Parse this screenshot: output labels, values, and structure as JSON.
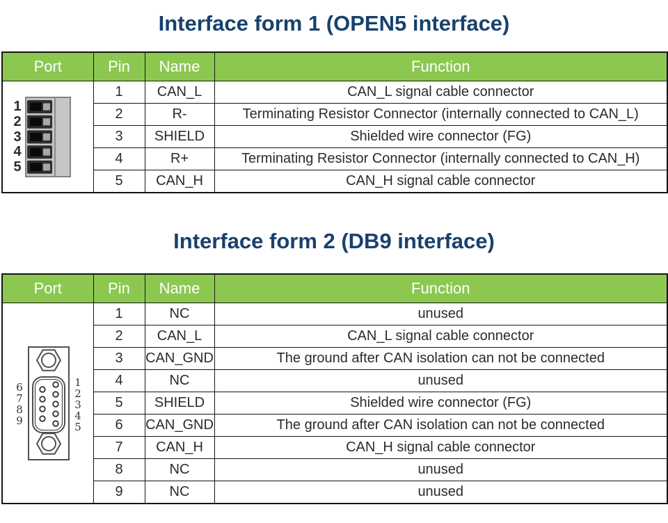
{
  "colors": {
    "header_green": "#8cc850",
    "title_blue": "#18416d",
    "border_black": "#151515",
    "body_text": "#2b2b2b",
    "header_text": "#ffffff"
  },
  "table1": {
    "title": "Interface form 1 (OPEN5 interface)",
    "headers": [
      "Port",
      "Pin",
      "Name",
      "Function"
    ],
    "connector": {
      "type": "open5-terminal-block",
      "pin_labels": [
        "1",
        "2",
        "3",
        "4",
        "5"
      ]
    },
    "rows": [
      {
        "pin": "1",
        "name": "CAN_L",
        "function": "CAN_L signal cable connector"
      },
      {
        "pin": "2",
        "name": "R-",
        "function": "Terminating Resistor Connector (internally connected to CAN_L)"
      },
      {
        "pin": "3",
        "name": "SHIELD",
        "function": "Shielded wire connector (FG)"
      },
      {
        "pin": "4",
        "name": "R+",
        "function": "Terminating Resistor Connector (internally connected to CAN_H)"
      },
      {
        "pin": "5",
        "name": "CAN_H",
        "function": "CAN_H signal cable connector"
      }
    ]
  },
  "table2": {
    "title": "Interface form 2 (DB9 interface)",
    "headers": [
      "Port",
      "Pin",
      "Name",
      "Function"
    ],
    "connector": {
      "type": "db9-connector",
      "left_pin_labels": [
        "6",
        "7",
        "8",
        "9"
      ],
      "right_pin_labels": [
        "1",
        "2",
        "3",
        "4",
        "5"
      ]
    },
    "rows": [
      {
        "pin": "1",
        "name": "NC",
        "function": "unused"
      },
      {
        "pin": "2",
        "name": "CAN_L",
        "function": "CAN_L signal cable connector"
      },
      {
        "pin": "3",
        "name": "CAN_GND",
        "function": "The ground after CAN isolation can not be connected"
      },
      {
        "pin": "4",
        "name": "NC",
        "function": "unused"
      },
      {
        "pin": "5",
        "name": "SHIELD",
        "function": "Shielded wire connector (FG)"
      },
      {
        "pin": "6",
        "name": "CAN_GND",
        "function": "The ground after CAN isolation can not be connected"
      },
      {
        "pin": "7",
        "name": "CAN_H",
        "function": "CAN_H signal cable connector"
      },
      {
        "pin": "8",
        "name": "NC",
        "function": "unused"
      },
      {
        "pin": "9",
        "name": "NC",
        "function": "unused"
      }
    ]
  }
}
